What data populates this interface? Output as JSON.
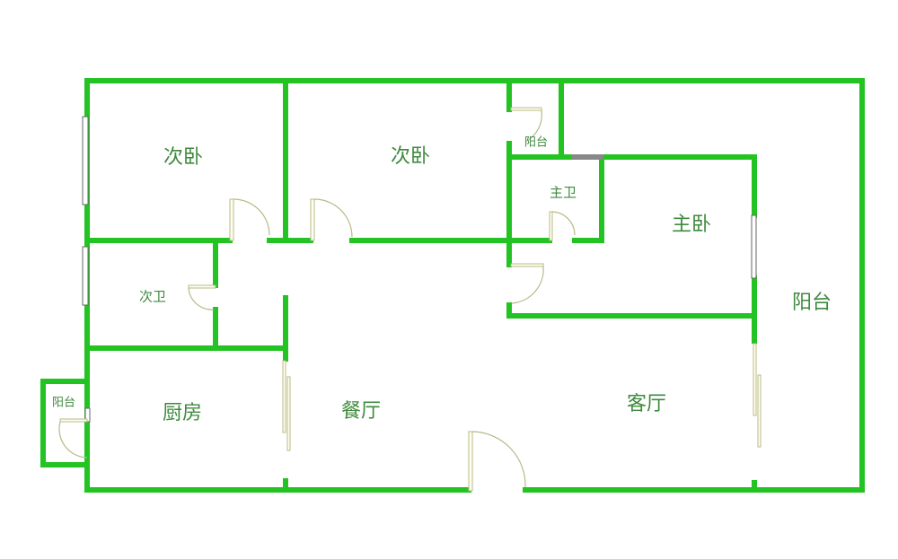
{
  "floorplan": {
    "wall_color": "#22c322",
    "rooms": {
      "bedroom_2a": "次卧",
      "bedroom_2b": "次卧",
      "balcony_small_top": "阳台",
      "master_bath": "主卫",
      "master_bedroom": "主卧",
      "balcony_large": "阳台",
      "second_bath": "次卫",
      "kitchen": "厨房",
      "balcony_left": "阳台",
      "dining_room": "餐厅",
      "living_room": "客厅"
    }
  }
}
